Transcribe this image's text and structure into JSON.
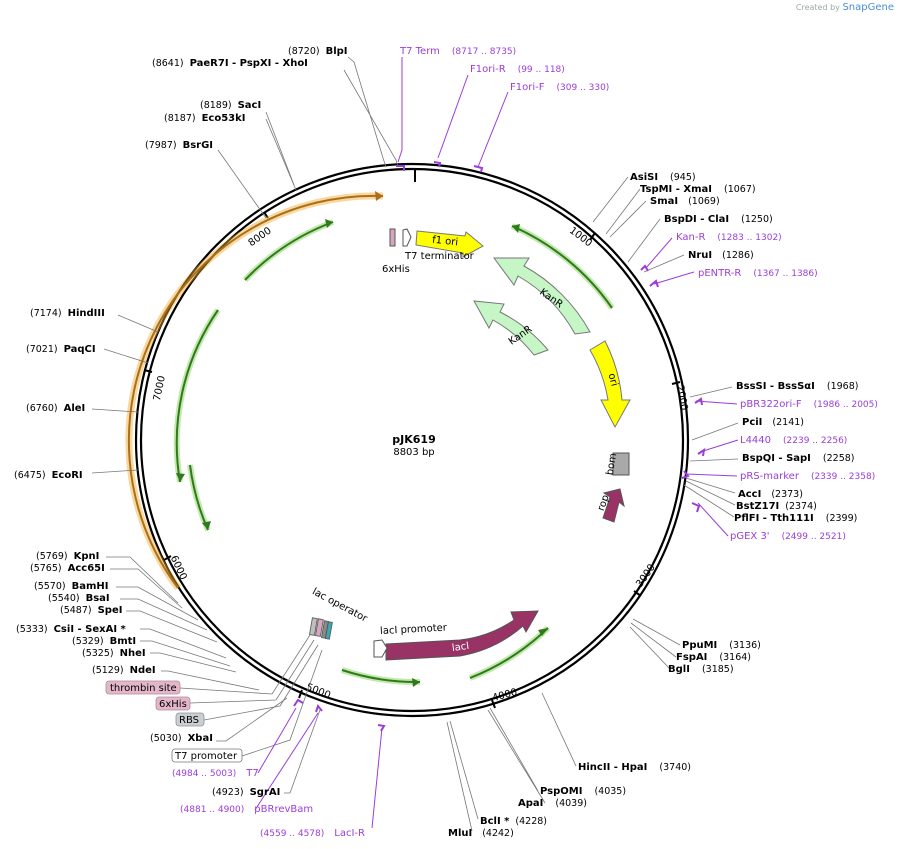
{
  "watermark": {
    "prefix": "Created by",
    "brand": "SnapGene"
  },
  "plasmid": {
    "name": "pJK619",
    "size_label": "8803 bp"
  },
  "ticks": [
    "1000",
    "2000",
    "3000",
    "4000",
    "5000",
    "6000",
    "7000",
    "8000"
  ],
  "enzymes": [
    {
      "pos": "(8720)",
      "name": "BlpI"
    },
    {
      "pos": "(8641)",
      "name": "PaeR7I - PspXI - XhoI"
    },
    {
      "pos": "(8189)",
      "name": "SacI"
    },
    {
      "pos": "(8187)",
      "name": "Eco53kI"
    },
    {
      "pos": "(7987)",
      "name": "BsrGI"
    },
    {
      "pos": "(7174)",
      "name": "HindIII"
    },
    {
      "pos": "(7021)",
      "name": "PaqCI"
    },
    {
      "pos": "(6760)",
      "name": "AleI"
    },
    {
      "pos": "(6475)",
      "name": "EcoRI"
    },
    {
      "pos": "(5769)",
      "name": "KpnI"
    },
    {
      "pos": "(5765)",
      "name": "Acc65I"
    },
    {
      "pos": "(5570)",
      "name": "BamHI"
    },
    {
      "pos": "(5540)",
      "name": "BsaI"
    },
    {
      "pos": "(5487)",
      "name": "SpeI"
    },
    {
      "pos": "(5333)",
      "name": "CsiI - SexAI *"
    },
    {
      "pos": "(5329)",
      "name": "BmtI"
    },
    {
      "pos": "(5325)",
      "name": "NheI"
    },
    {
      "pos": "(5129)",
      "name": "NdeI"
    },
    {
      "pos": "(5030)",
      "name": "XbaI"
    },
    {
      "pos": "(4923)",
      "name": "SgrAI"
    },
    {
      "pos": "(945)",
      "name": "AsiSI"
    },
    {
      "pos": "(1067)",
      "name": "TspMI - XmaI"
    },
    {
      "pos": "(1069)",
      "name": "SmaI"
    },
    {
      "pos": "(1250)",
      "name": "BspDI - ClaI"
    },
    {
      "pos": "(1286)",
      "name": "NruI"
    },
    {
      "pos": "(1968)",
      "name": "BssSI - BssSαI"
    },
    {
      "pos": "(2141)",
      "name": "PciI"
    },
    {
      "pos": "(2258)",
      "name": "BspQI - SapI"
    },
    {
      "pos": "(2373)",
      "name": "AccI"
    },
    {
      "pos": "(2374)",
      "name": "BstZ17I"
    },
    {
      "pos": "(2399)",
      "name": "PflFI - Tth111I"
    },
    {
      "pos": "(3136)",
      "name": "PpuMI"
    },
    {
      "pos": "(3164)",
      "name": "FspAI"
    },
    {
      "pos": "(3185)",
      "name": "BglI"
    },
    {
      "pos": "(3740)",
      "name": "HincII - HpaI"
    },
    {
      "pos": "(4035)",
      "name": "PspOMI"
    },
    {
      "pos": "(4039)",
      "name": "ApaI"
    },
    {
      "pos": "(4228)",
      "name": "BclI *"
    },
    {
      "pos": "(4242)",
      "name": "MluI"
    }
  ],
  "primers": [
    {
      "name": "T7 Term",
      "range": "(8717 .. 8735)"
    },
    {
      "name": "F1ori-R",
      "range": "(99 .. 118)"
    },
    {
      "name": "F1ori-F",
      "range": "(309 .. 330)"
    },
    {
      "name": "Kan-R",
      "range": "(1283 .. 1302)"
    },
    {
      "name": "pENTR-R",
      "range": "(1367 .. 1386)"
    },
    {
      "name": "pBR322ori-F",
      "range": "(1986 .. 2005)"
    },
    {
      "name": "L4440",
      "range": "(2239 .. 2256)"
    },
    {
      "name": "pRS-marker",
      "range": "(2339 .. 2358)"
    },
    {
      "name": "pGEX 3'",
      "range": "(2499 .. 2521)"
    },
    {
      "name": "T7",
      "range": "(4984 .. 5003)"
    },
    {
      "name": "pBRrevBam",
      "range": "(4881 .. 4900)"
    },
    {
      "name": "LacI-R",
      "range": "(4559 .. 4578)"
    }
  ],
  "features": {
    "f1ori": "f1 ori",
    "t7term": "T7 terminator",
    "his6": "6xHis",
    "kanr1": "KanR",
    "kanr2": "KanR",
    "ori": "ori",
    "bom": "bom",
    "rop": "rop",
    "laci": "lacI",
    "laci_promoter": "lacI promoter",
    "lac_operator": "lac operator"
  },
  "boxed_features": [
    {
      "name": "thrombin site",
      "color": "#e3b7c9"
    },
    {
      "name": "6xHis",
      "color": "#e3b7c9"
    },
    {
      "name": "RBS",
      "color": "#c8ced2"
    },
    {
      "name": "T7 promoter",
      "color": "#ffffff"
    }
  ],
  "colors": {
    "primer": "#9b3dd9",
    "yellow": "#ffff00",
    "kan": "#c6f5c6",
    "lacI": "#993366",
    "orange": "#f5a623",
    "green": "#3a8a22",
    "grey": "#a9a9a9"
  }
}
